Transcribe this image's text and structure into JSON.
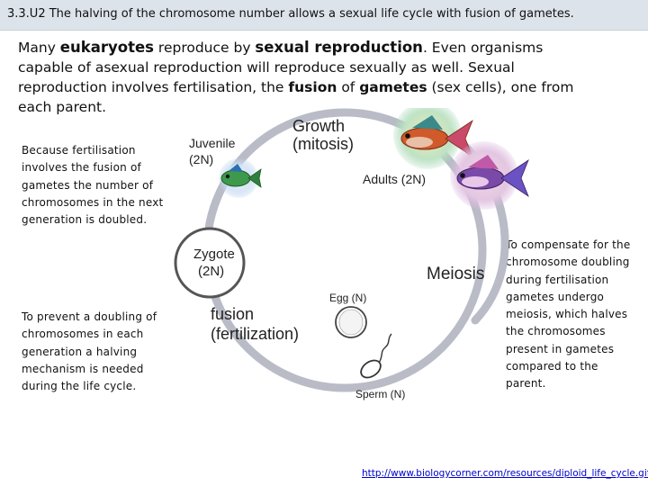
{
  "slide": {
    "title": "3.3.U2 The halving of the chromosome number allows a sexual life cycle with fusion of gametes."
  },
  "intro": {
    "t1": "Many ",
    "t2": "eukaryotes",
    "t3": " reproduce by ",
    "t4": "sexual reproduction",
    "t5": ". Even organisms capable of asexual reproduction will reproduce sexually as well. Sexual reproduction involves fertilisation, the ",
    "t6": "fusion",
    "t7": " of ",
    "t8": "gametes",
    "t9": " (sex cells), one from each parent."
  },
  "notes": {
    "left_top": "Because fertilisation involves the fusion of gametes the number of chromosomes in the next generation is doubled.",
    "left_bottom": "To prevent a doubling of chromosomes in each generation a halving mechanism is needed during the life cycle.",
    "right": "To compensate for the chromosome doubling during fertilisation gametes undergo meiosis, which halves the chromosomes present in gametes compared to the parent."
  },
  "diagram": {
    "growth_l1": "Growth",
    "growth_l2": "(mitosis)",
    "juvenile_l1": "Juvenile",
    "juvenile_l2": "(2N)",
    "adults": "Adults (2N)",
    "zygote_l1": "Zygote",
    "zygote_l2": "(2N)",
    "meiosis": "Meiosis",
    "egg": "Egg (N)",
    "fusion_l1": "fusion",
    "fusion_l2": "(fertilization)",
    "sperm": "Sperm (N)",
    "icons": [
      "fish-icon",
      "egg-cell-icon",
      "sperm-cell-icon"
    ],
    "colors": {
      "cycle_ring": "#b9bcc6",
      "juvenile_fish": "#3d9a4c",
      "male_fish": "#d05a2a",
      "female_fish": "#7a4aa8"
    }
  },
  "source": {
    "url": "http://www.biologycorner.com/resources/diploid_life_cycle.gif"
  }
}
